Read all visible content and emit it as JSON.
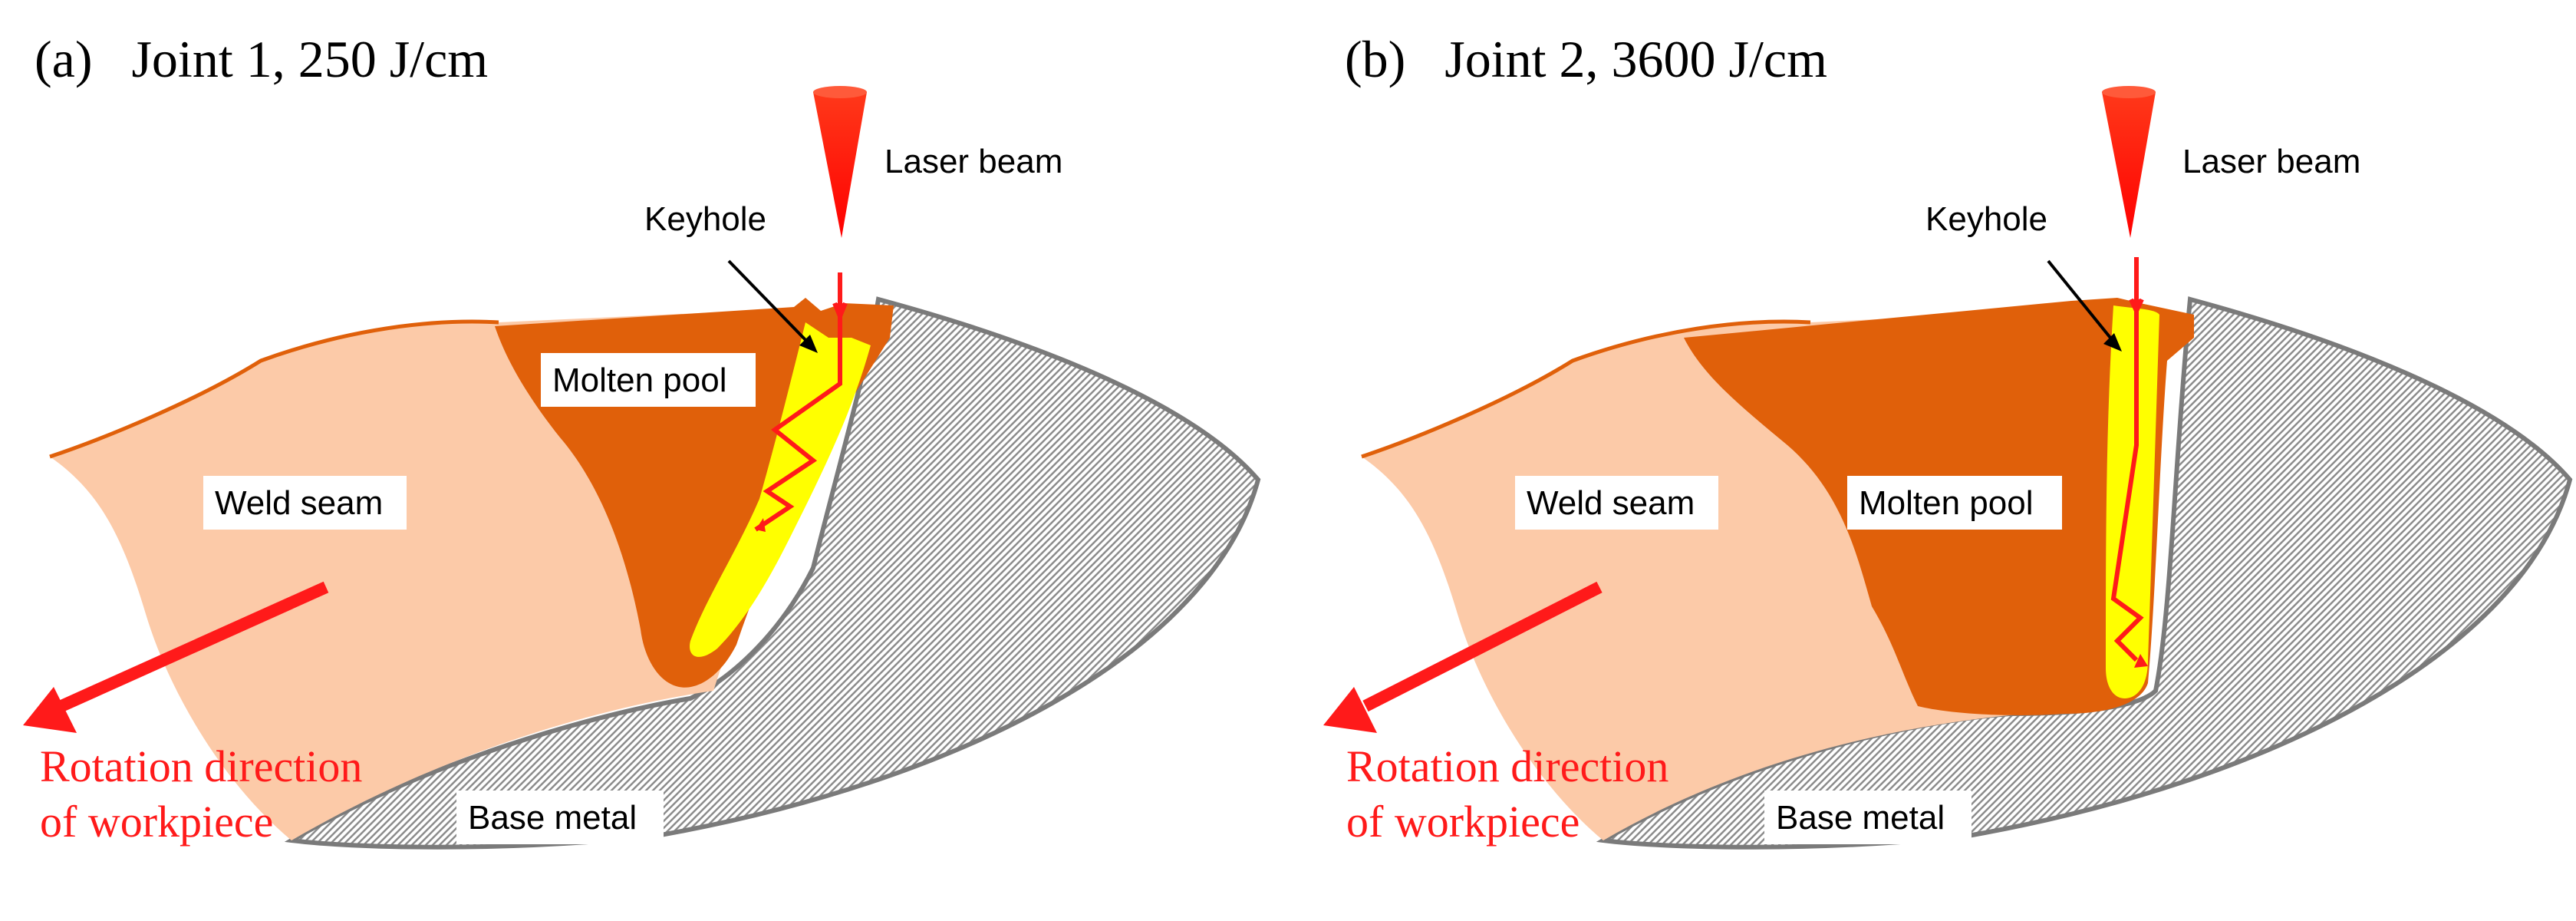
{
  "panels": [
    {
      "id": "a",
      "title": "(a)   Joint 1, 250 J/cm",
      "labels": {
        "laser_beam": "Laser beam",
        "keyhole": "Keyhole",
        "molten_pool": "Molten pool",
        "weld_seam": "Weld seam",
        "base_metal": "Base metal",
        "rotation_line1": "Rotation direction",
        "rotation_line2": "of workpiece"
      }
    },
    {
      "id": "b",
      "title": "(b)   Joint 2, 3600 J/cm",
      "labels": {
        "laser_beam": "Laser beam",
        "keyhole": "Keyhole",
        "molten_pool": "Molten pool",
        "weld_seam": "Weld seam",
        "base_metal": "Base metal",
        "rotation_line1": "Rotation direction",
        "rotation_line2": "of workpiece"
      }
    }
  ],
  "colors": {
    "weld_seam": "#fccaa8",
    "molten_pool": "#e0600a",
    "keyhole": "#ffff00",
    "base_metal_hatch": "#8c8c8c",
    "beam": "#ff1a1a",
    "arrow": "#ff1a1a"
  }
}
